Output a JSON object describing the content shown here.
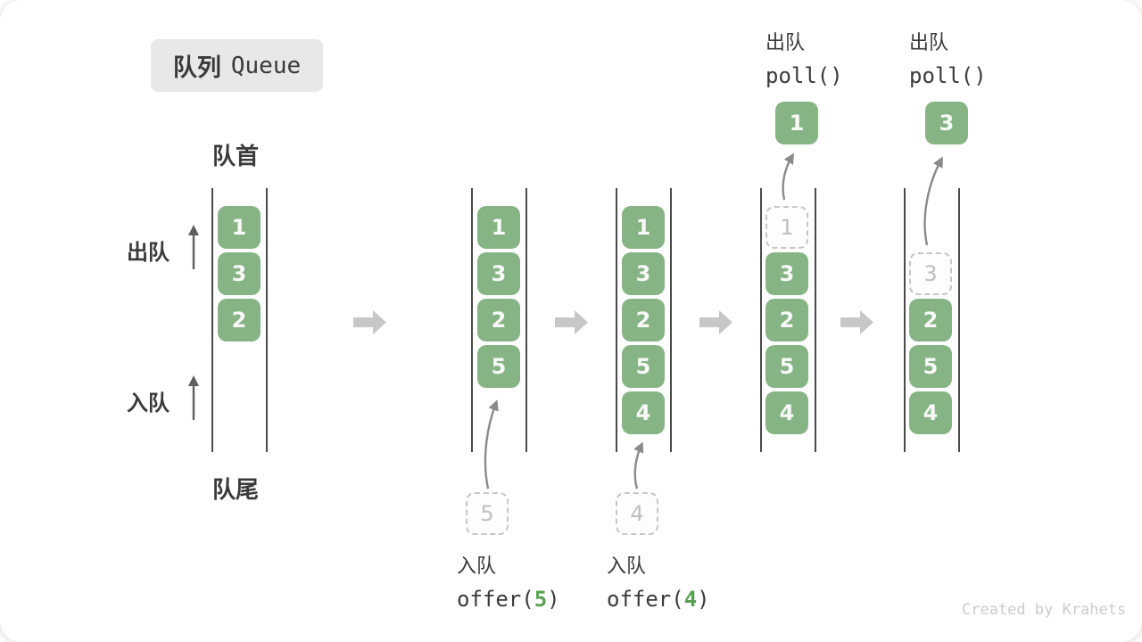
{
  "title": {
    "zh": "队列",
    "en": "Queue"
  },
  "side": {
    "front": "队首",
    "rear": "队尾",
    "dequeue": "出队",
    "enqueue": "入队"
  },
  "states": [
    {
      "cells": [
        "1",
        "3",
        "2"
      ]
    },
    {
      "cells": [
        "1",
        "3",
        "2",
        "5"
      ],
      "pending": "5",
      "op_zh": "入队",
      "op_fn": "offer(",
      "op_arg": "5",
      "op_close": ")"
    },
    {
      "cells": [
        "1",
        "3",
        "2",
        "5",
        "4"
      ],
      "pending": "4",
      "op_zh": "入队",
      "op_fn": "offer(",
      "op_arg": "4",
      "op_close": ")"
    },
    {
      "removed": "1",
      "cells": [
        "3",
        "2",
        "5",
        "4"
      ],
      "result": "1",
      "op_zh": "出队",
      "op_code": "poll()"
    },
    {
      "removed": "3",
      "cells": [
        "2",
        "5",
        "4"
      ],
      "result": "3",
      "op_zh": "出队",
      "op_code": "poll()"
    }
  ],
  "watermark": "Created by Krahets",
  "colors": {
    "box_green": "#86b485",
    "box_text": "#f8f8f8",
    "code_arg_green": "#5aa052",
    "dashed_border": "#c6c6c6",
    "dashed_text": "#bfbfbf",
    "rail": "#4a4a4a",
    "text_dark": "#3a3a3a",
    "badge_bg": "#e8e8e8",
    "flow_arrow": "#c7c7c7",
    "curve_arrow": "#8a8a8a",
    "side_arrow": "#5f5f5f",
    "watermark": "#cbcbcb"
  }
}
